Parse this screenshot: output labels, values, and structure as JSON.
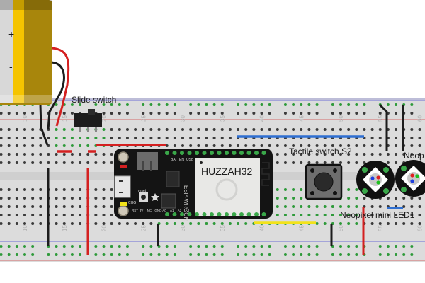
{
  "app": {
    "view": "Breadboard view"
  },
  "breadboard": {
    "column_numbers": [
      "10",
      "15",
      "20",
      "25",
      "30",
      "35",
      "40",
      "45",
      "50",
      "55",
      "60"
    ],
    "colors": {
      "board": "#dcdcdc",
      "rail_blue": "#6b6bd6",
      "rail_red": "#d46a6a",
      "hole": "#3a3a3a",
      "hole_active": "#2e9a3a"
    }
  },
  "components": {
    "battery": {
      "name": "battery",
      "plus_label": "+",
      "minus_label": "-",
      "colors": {
        "body": "#a8860c",
        "stripe": "#f5c400",
        "cap": "#d8d8d8"
      }
    },
    "slide_switch": {
      "label": "Slide switch"
    },
    "huzzah32": {
      "label": "HUZZAH32",
      "module_text": "ESP-WROOM",
      "reset_label": "reset",
      "chg_label": "CHG",
      "bat_label": "BAT",
      "en_label": "EN",
      "usb_label": "USB",
      "pin13_label": "13",
      "bottom_pins": [
        "RST",
        "3V",
        "NC",
        "GND",
        "A0",
        "A1",
        "A2",
        "A3"
      ]
    },
    "tactile_switch": {
      "label": "Tactile switch S2"
    },
    "neopixel1": {
      "label": "Neopixel mini LED1"
    },
    "neopixel2": {
      "label": "Neop"
    }
  },
  "wires": {
    "colors": {
      "red": "#d42020",
      "black": "#1c1c1c",
      "blue": "#2f6fd1",
      "yellow": "#f2e21b"
    }
  }
}
